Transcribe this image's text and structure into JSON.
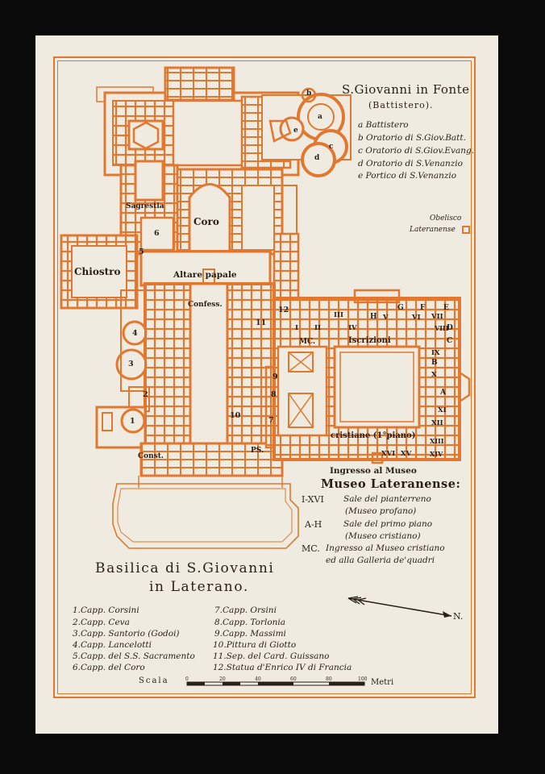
{
  "colors": {
    "plan_orange": "#e2782f",
    "paper": "#efebe0",
    "ink": "#2a1f18",
    "background": "#0b0b0b"
  },
  "baptistery": {
    "title": "S.Giovanni in Fonte",
    "subtitle": "(Battistero).",
    "items": [
      "a Battistero",
      "b Oratorio di S.Giov.Batt.",
      "c Oratorio di S.Giov.Evang.",
      "d Oratorio di S.Venanzio",
      "e Portico di S.Venanzio"
    ]
  },
  "obelisk": {
    "line1": "Obelisco",
    "line2": "Lateranense"
  },
  "rooms": {
    "sagrestia": "Sagrestia",
    "coro": "Coro",
    "chiostro": "Chiostro",
    "altare": "Altare papale",
    "confess": "Confess.",
    "const": "Const.",
    "ps": "PS.",
    "mc": "MC.",
    "iscrizioni": "Iscrizioni",
    "cristiane": "cristiane (1°piano)",
    "ingresso": "Ingresso al Museo"
  },
  "plan_letters": {
    "a": "a",
    "b": "b",
    "c": "c",
    "d": "d",
    "e": "e"
  },
  "chapel_numbers": [
    "1",
    "2",
    "3",
    "4",
    "5",
    "6",
    "7",
    "8",
    "9",
    "10",
    "11",
    "12"
  ],
  "room_numerals": [
    "I",
    "II",
    "III",
    "IV",
    "V",
    "VI",
    "VII",
    "VIII",
    "IX",
    "X",
    "XI",
    "XII",
    "XIII",
    "XIV",
    "XV",
    "XVI"
  ],
  "room_letters": [
    "A",
    "B",
    "C",
    "D",
    "E",
    "F",
    "G",
    "H"
  ],
  "museum": {
    "title": "Museo Lateranense:",
    "rows": [
      {
        "key": "I-XVI",
        "text": "Sale del pianterreno",
        "note": "(Museo profano)"
      },
      {
        "key": "A-H",
        "text": "Sale del primo piano",
        "note": "(Museo cristiano)"
      },
      {
        "key": "MC.",
        "text": "Ingresso al Museo cristiano",
        "note": "ed alla Galleria de'quadri"
      }
    ]
  },
  "basilica_title": {
    "line1": "Basilica di S.Giovanni",
    "line2": "in Laterano."
  },
  "chapels_left": [
    "1.Capp. Corsini",
    "2.Capp. Ceva",
    "3.Capp. Santorio (Godoi)",
    "4.Capp. Lancelotti",
    "5.Capp. del S.S. Sacramento",
    "6.Capp. del Coro"
  ],
  "chapels_right": [
    "7.Capp. Orsini",
    "8.Capp. Torlonia",
    "9.Capp. Massimi",
    "10.Pittura di Giotto",
    "11.Sep. del Card. Guissano",
    "12.Statua d'Enrico IV di Francia"
  ],
  "north": "N.",
  "scale": {
    "label": "Scala",
    "ticks": [
      "0",
      "20",
      "40",
      "60",
      "80",
      "100"
    ],
    "unit": "Metri"
  }
}
